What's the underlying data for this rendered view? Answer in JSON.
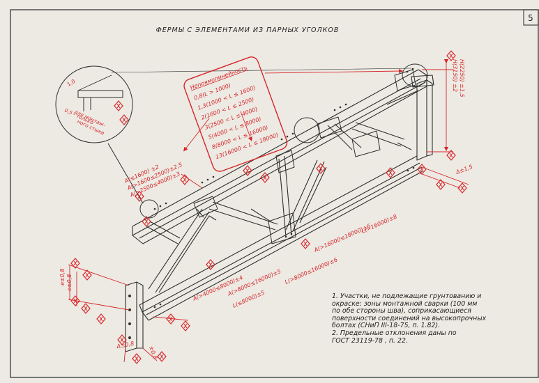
{
  "sheet": {
    "title": "ФЕРМЫ С ЭЛЕМЕНТАМИ ИЗ ПАРНЫХ УГОЛКОВ",
    "page_number": "5"
  },
  "callout_curvature": {
    "heading": "Непрямолинейность",
    "lines": [
      "0,8(L > 1000)",
      "1,3(1000 < L ≤ 1600)",
      "2(1600 < L ≤ 2500)",
      "3(2500 < L ≤ 4000)",
      "5(4000 < L ≤ 8000)",
      "8(8000 < L ≤ 16000)",
      "13(16000 < L ≤ 18000)"
    ]
  },
  "detail_note": {
    "dim1": "1,0",
    "dim05": "0,5 - только",
    "lines": [
      "для монтаж-",
      "ного стыка"
    ]
  },
  "tolerances": {
    "top_chord": [
      "A(≤1600) ±2",
      "A(>1600≤2500)±2,5",
      "A(>2500≤4000)±3"
    ],
    "height": [
      "H(2250) ±1,5",
      "H(3150) ±2"
    ],
    "end_right": "Δ±1,5",
    "bottom_upper": [
      "A(>16000≤18000)±6",
      "L(>16000)±8"
    ],
    "bottom_middle": [
      "A(>4000≤8000)±4",
      "A(>8000≤16000)±5",
      "L(>8000≤16000)±6"
    ],
    "bottom_lower": "L(≤8000)±5",
    "left_vert": [
      "e±0,8",
      "e±0,8"
    ],
    "left_bottom": "Δ±0,8",
    "right_bottom": "±0,8"
  },
  "notes": {
    "line1": "1. Участки, не подлежащие грунтованию и",
    "line2": "окраске: зоны монтажной сварки (100 мм",
    "line3": "по обе стороны шва), соприкасающиеся",
    "line4": "поверхности соединений на высокопрочных",
    "line5": "болтах (СНиП III-18-75, п. 1.82).",
    "line6": "2. Предельные отклонения даны по",
    "line7": "ГОСТ 23119-78 , п. 22."
  },
  "colors": {
    "paper": "#eceae3",
    "ink": "#2a2a2a",
    "red": "#d8262a"
  }
}
